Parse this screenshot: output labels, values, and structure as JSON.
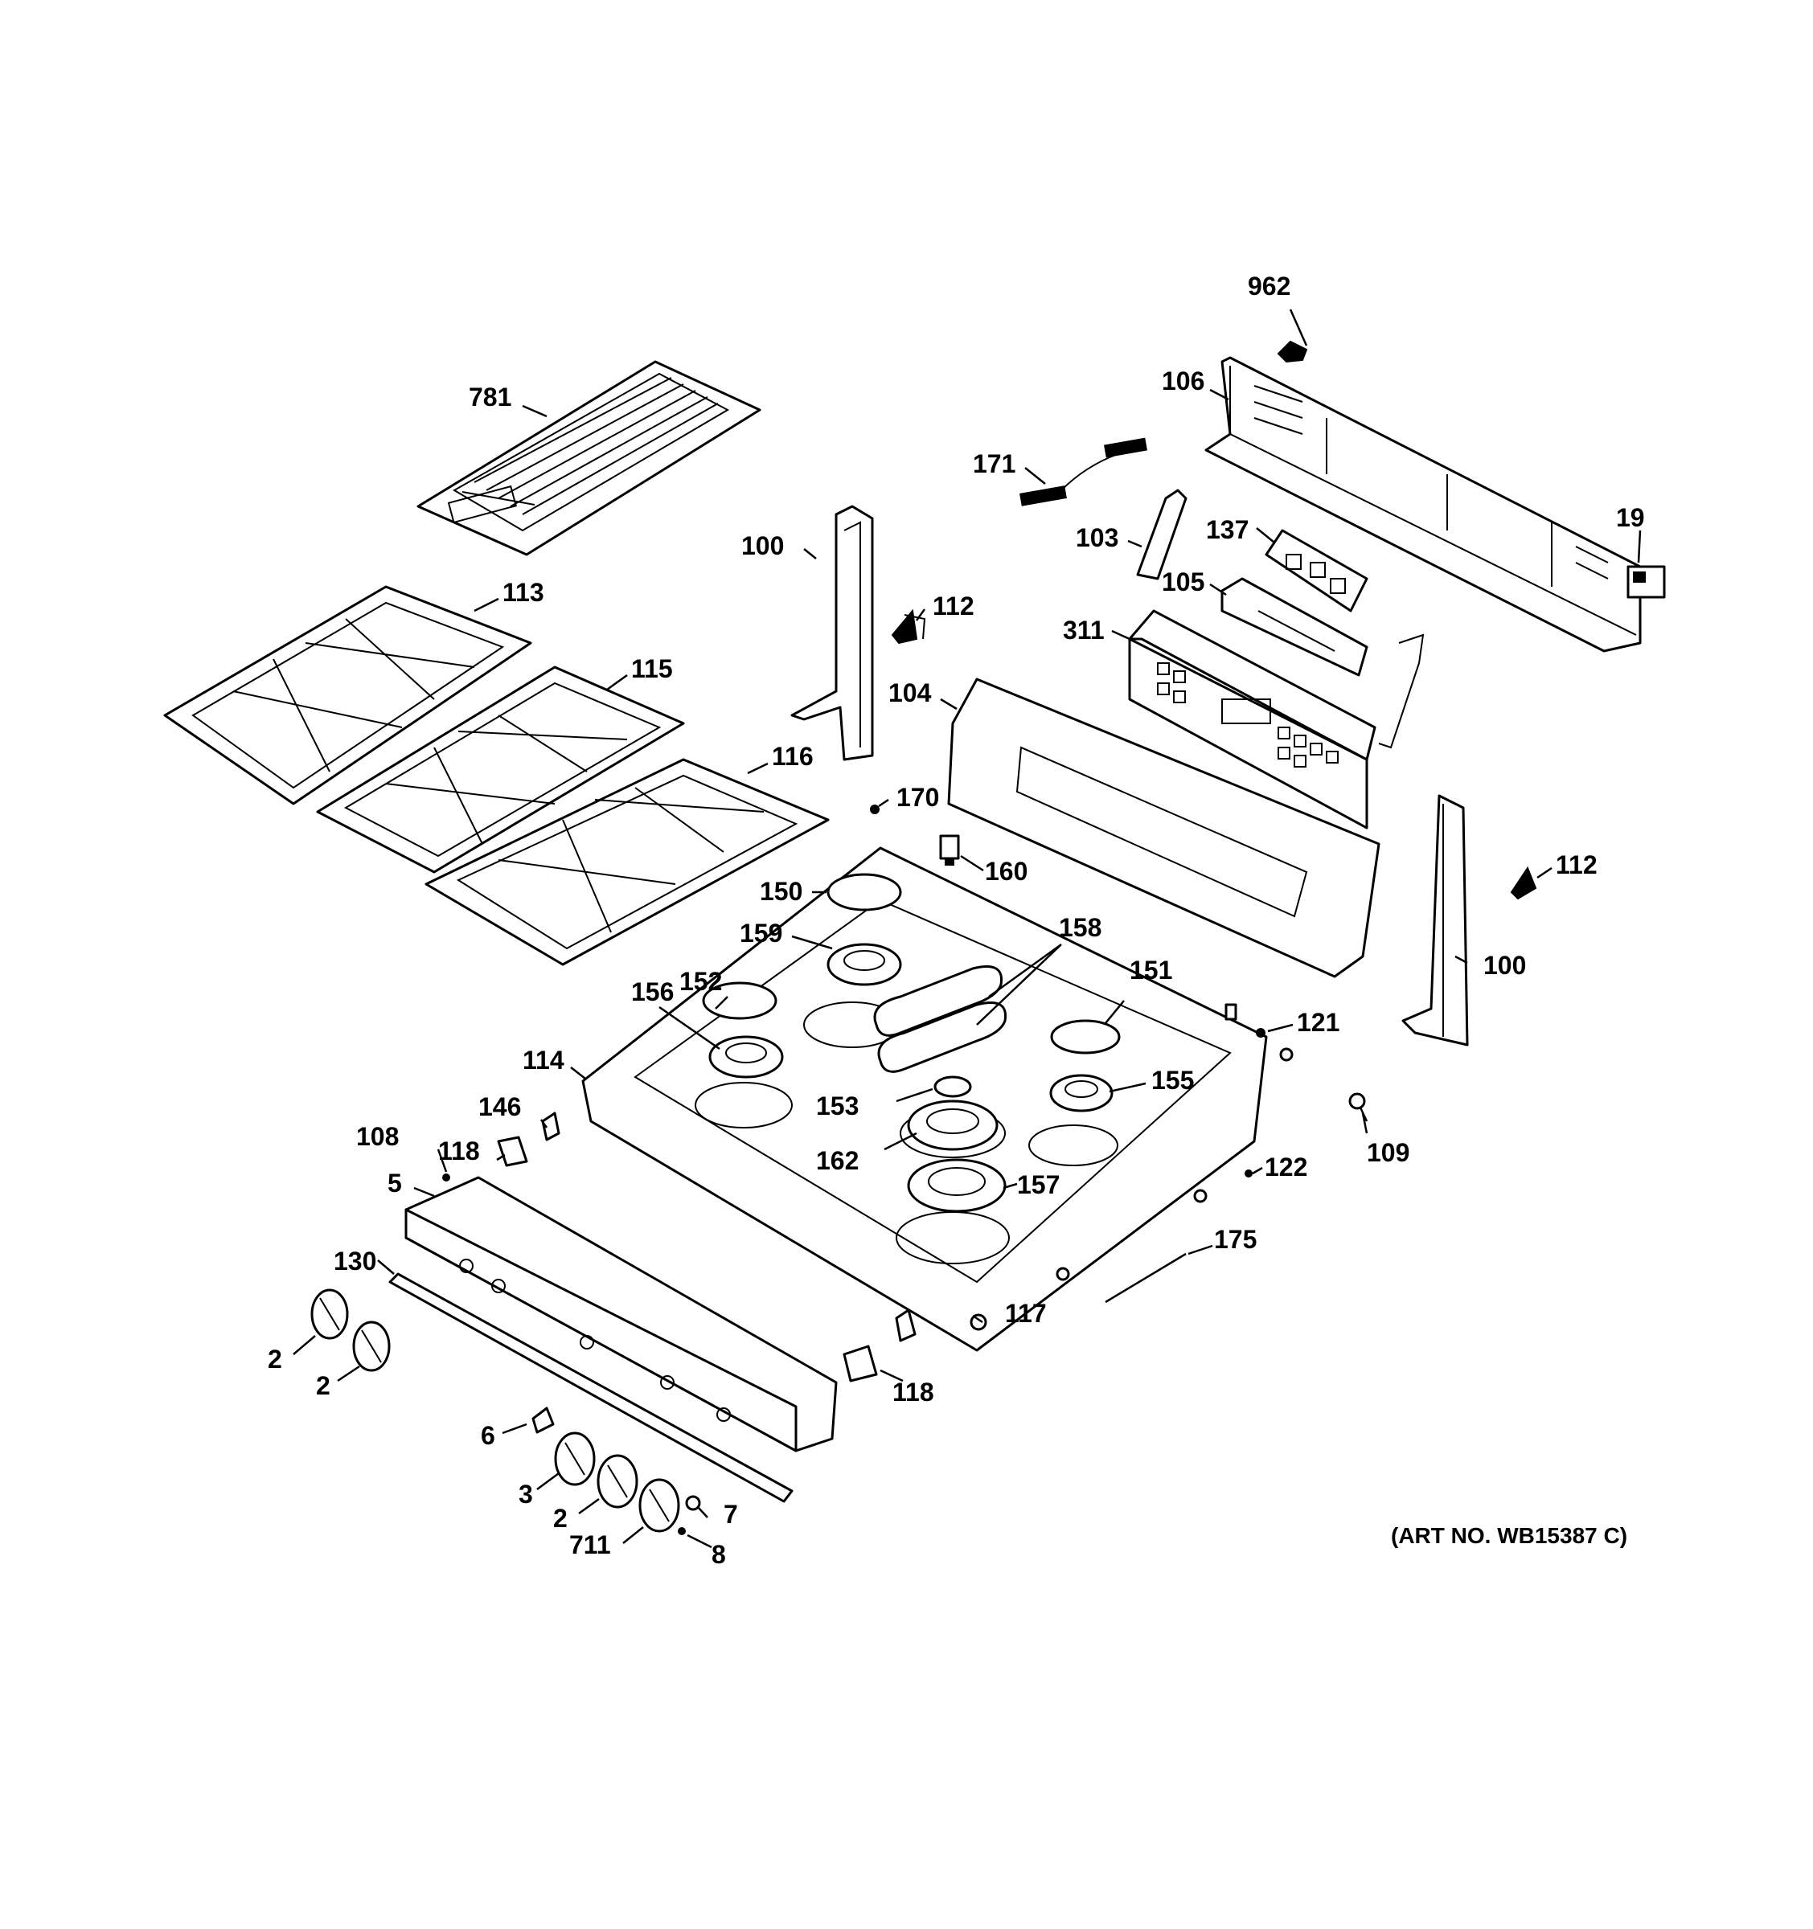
{
  "art_number": "(ART NO. WB15387 C)",
  "callouts": {
    "c962": "962",
    "c106": "106",
    "c781": "781",
    "c171": "171",
    "c19": "19",
    "c100a": "100",
    "c103": "103",
    "c137": "137",
    "c112a": "112",
    "c105": "105",
    "c311": "311",
    "c113": "113",
    "c115": "115",
    "c104": "104",
    "c116": "116",
    "c170": "170",
    "c160": "160",
    "c112b": "112",
    "c150": "150",
    "c159": "159",
    "c158": "158",
    "c152": "152",
    "c100b": "100",
    "c151": "151",
    "c156": "156",
    "c121": "121",
    "c114": "114",
    "c155": "155",
    "c146": "146",
    "c153": "153",
    "c109": "109",
    "c108": "108",
    "c118a": "118",
    "c162": "162",
    "c122": "122",
    "c5": "5",
    "c157": "157",
    "c175": "175",
    "c130": "130",
    "c117": "117",
    "c2a": "2",
    "c2b": "2",
    "c118b": "118",
    "c6": "6",
    "c3": "3",
    "c2c": "2",
    "c7": "7",
    "c711": "711",
    "c8": "8"
  }
}
